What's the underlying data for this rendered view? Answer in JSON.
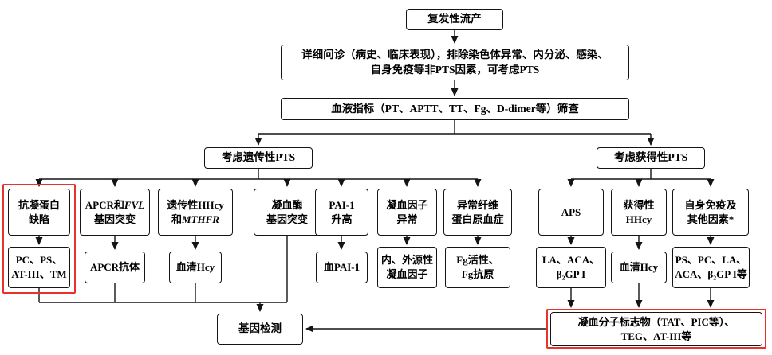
{
  "colors": {
    "background": "#ffffff",
    "box_border": "#141414",
    "text": "#000000",
    "highlight_red": "#e8332a"
  },
  "nodes": {
    "start": "复发性流产",
    "inquiry_line1": "详细问诊（病史、临床表现），排除染色体异常、内分泌、感染、",
    "inquiry_line2": "自身免疫等非PTS因素，可考虑PTS",
    "screening": "血液指标（PT、APTT、TT、Fg、D-dimer等）筛查",
    "hereditary": "考虑遗传性PTS",
    "acquired": "考虑获得性PTS",
    "anticoag_line1": "抗凝蛋白",
    "anticoag_line2": "缺陷",
    "anticoag_test_line1": "PC、PS、",
    "anticoag_test_line2": "AT-III、TM",
    "apcr_line1_pre": "APCR和",
    "apcr_line1_gene": "FVL",
    "apcr_line2": "基因突变",
    "apcr_test": "APCR抗体",
    "hhcy_line1": "遗传性HHcy",
    "hhcy_line2_pre": "和",
    "hhcy_line2_gene": "MTHFR",
    "hhcy_test": "血清Hcy",
    "thrombin_line1": "凝血酶",
    "thrombin_line2": "基因突变",
    "pai1_line1": "PAI-1",
    "pai1_line2": "升高",
    "pai1_test": "血PAI-1",
    "factor_line1": "凝血因子",
    "factor_line2": "异常",
    "factor_test_line1": "内、外源性",
    "factor_test_line2": "凝血因子",
    "fib_line1": "异常纤维",
    "fib_line2": "蛋白原血症",
    "fib_test_line1": "Fg活性、",
    "fib_test_line2": "Fg抗原",
    "aps": "APS",
    "aps_test_line1": "LA、ACA、",
    "aps_test_line2": "β₂GP I",
    "acq_hhcy_line1": "获得性",
    "acq_hhcy_line2": "HHcy",
    "acq_hhcy_test": "血清Hcy",
    "autoimmune_line1": "自身免疫及",
    "autoimmune_line2": "其他因素*",
    "autoimmune_test_line1": "PS、PC、LA、",
    "autoimmune_test_line2": "ACA、β₂GP I等",
    "gene_test": "基因检测",
    "markers_line1": "凝血分子标志物（TAT、PIC等）、",
    "markers_line2": "TEG、AT-III等"
  }
}
